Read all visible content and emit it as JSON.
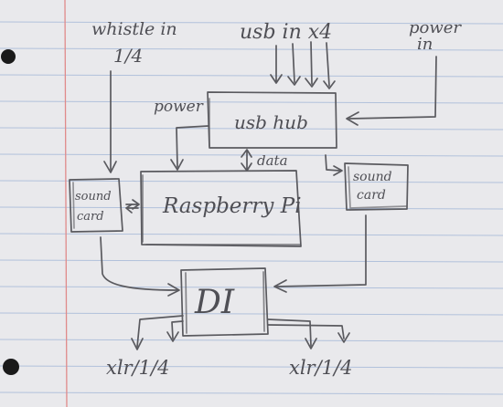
{
  "labels": {
    "whistle_in": "whistle in",
    "whistle_in_size": "1/4",
    "usb_in": "usb in x4",
    "power_in": "power in",
    "power_label": "power",
    "usb_hub": "usb hub",
    "data": "data",
    "sound_card_left": "sound card",
    "raspberry_pi": "Raspberry Pi",
    "sound_card_right": "sound card",
    "di": "DI",
    "xlr_left": "xlr/1/4",
    "xlr_right": "xlr/1/4"
  },
  "colors": {
    "paper": "#e9e9ec",
    "ink": "#5a5a5f",
    "rule": "#9fb4d6",
    "margin": "#e08a8a",
    "hole": "#1a1a1a"
  }
}
